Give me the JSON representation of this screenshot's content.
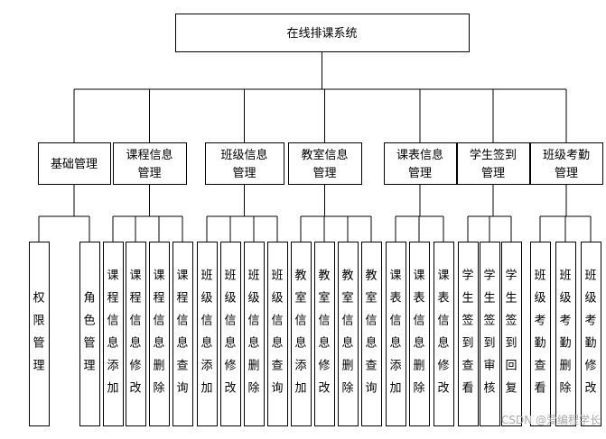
{
  "root": {
    "label": "在线排课系统"
  },
  "modules": [
    {
      "label": "基础管理",
      "children": [
        "权限管理",
        "角色管理"
      ]
    },
    {
      "label": "课程信息管理",
      "children": [
        "课程信息添加",
        "课程信息修改",
        "课程信息删除",
        "课程信息查询"
      ]
    },
    {
      "label": "班级信息管理",
      "children": [
        "班级信息添加",
        "班级信息修改",
        "班级信息删除",
        "班级信息查询"
      ]
    },
    {
      "label": "教室信息管理",
      "children": [
        "教室信息添加",
        "教室信息修改",
        "教室信息删除",
        "教室信息查询"
      ]
    },
    {
      "label": "课表信息管理",
      "children": [
        "课表信息添加",
        "课表信息删除",
        "课表信息修改"
      ]
    },
    {
      "label": "学生签到管理",
      "children": [
        "学生签到查看",
        "学生签到审核",
        "学生签到回复"
      ]
    },
    {
      "label": "班级考勤管理",
      "children": [
        "班级考勤查看",
        "班级考勤删除",
        "班级考勤修改"
      ]
    }
  ],
  "watermark": "CSDN @爱编程学长"
}
